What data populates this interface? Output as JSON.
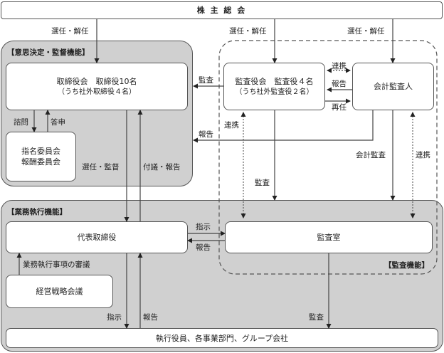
{
  "diagram": {
    "shareholders_meeting": "株 主 総 会",
    "panels": {
      "decision": "【意思決定・監督機能】",
      "execution": "【業務執行機能】",
      "audit": "【監査機能】"
    },
    "boxes": {
      "board_line1": "取締役会　取締役10名",
      "board_line2": "（うち社外取締役４名）",
      "committees_line1": "指名委員会",
      "committees_line2": "報酬委員会",
      "auditors_line1": "監査役会　監査役４名",
      "auditors_line2": "（うち社外監査役２名）",
      "accounting_auditor": "会計監査人",
      "representative_director": "代表取締役",
      "management_strategy": "経営戦略会議",
      "audit_office": "監査室",
      "executives": "執行役員、各事業部門、グループ会社"
    },
    "labels": {
      "elect_dismiss_1": "選任・解任",
      "elect_dismiss_2": "選任・解任",
      "elect_dismiss_3": "選任・解任",
      "audit_to_board": "監査",
      "report_to_board": "報告",
      "consult": "諮問",
      "reply": "答申",
      "elect_supervise": "選任・監督",
      "propose_report": "付議・報告",
      "coop_auditors": "連携",
      "report_from_accountant": "報告",
      "reappoint": "再任",
      "coop_left": "連携",
      "audit_down": "監査",
      "accounting_audit": "会計監査",
      "coop_right": "連携",
      "instruct_to_audit_office": "指示",
      "report_from_audit_office": "報告",
      "deliberation": "業務執行事項の審議",
      "instruct_down": "指示",
      "report_up": "報告",
      "audit_bottom": "監査"
    }
  }
}
